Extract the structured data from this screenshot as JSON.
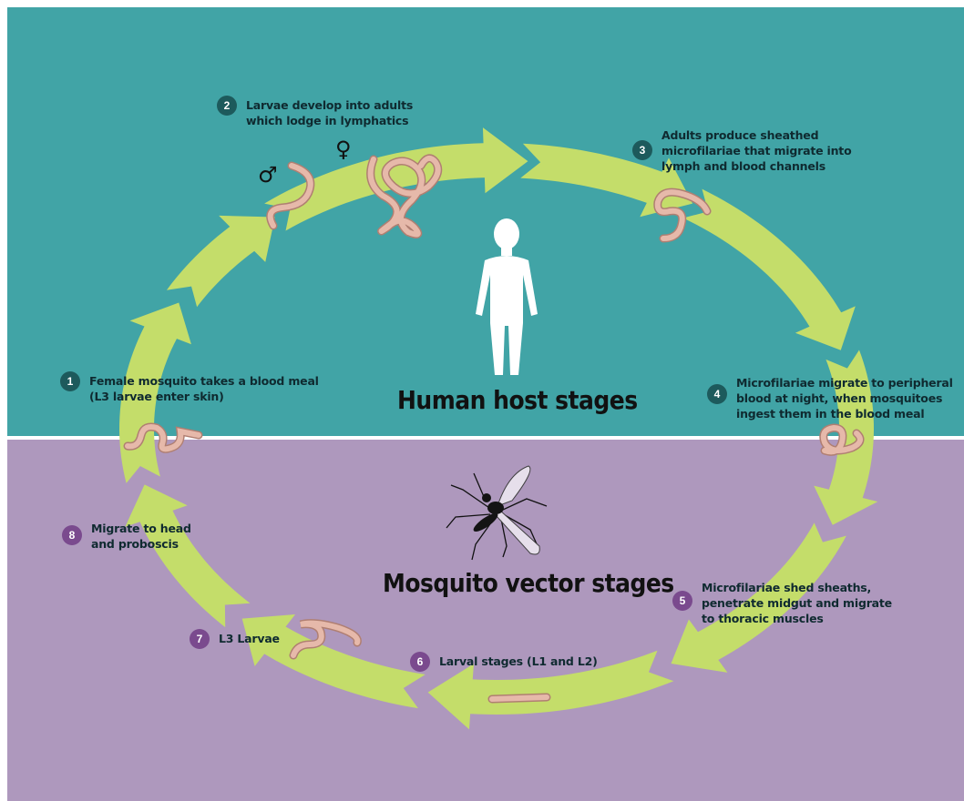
{
  "colors": {
    "human_bg": "#41a4a6",
    "mosquito_bg": "#ae98bd",
    "arrow": "#c4dd6a",
    "worm": "#e6b9aa",
    "badge_human": "#1d5a5c",
    "badge_mosquito": "#7a4a8e",
    "silhouette": "#ffffff"
  },
  "sections": {
    "human": "Human host stages",
    "mosquito": "Mosquito vector stages"
  },
  "symbols": {
    "male": "♂",
    "female": "♀"
  },
  "steps": [
    {
      "num": "1",
      "lines": [
        "Female mosquito takes a blood meal",
        "(L3 larvae enter skin)"
      ]
    },
    {
      "num": "2",
      "lines": [
        "Larvae develop into adults",
        "which lodge in lymphatics"
      ]
    },
    {
      "num": "3",
      "lines": [
        "Adults produce sheathed",
        "microfilariae that migrate into",
        "lymph and blood channels"
      ]
    },
    {
      "num": "4",
      "lines": [
        "Microfilariae migrate to peripheral",
        "blood at night, when mosquitoes",
        "ingest them in the blood meal"
      ]
    },
    {
      "num": "5",
      "lines": [
        "Microfilariae shed sheaths,",
        "penetrate midgut and migrate",
        "to thoracic muscles"
      ]
    },
    {
      "num": "6",
      "lines": [
        "Larval stages (L1 and L2)"
      ]
    },
    {
      "num": "7",
      "lines": [
        "L3 Larvae"
      ]
    },
    {
      "num": "8",
      "lines": [
        "Migrate to head",
        "and proboscis"
      ]
    }
  ]
}
